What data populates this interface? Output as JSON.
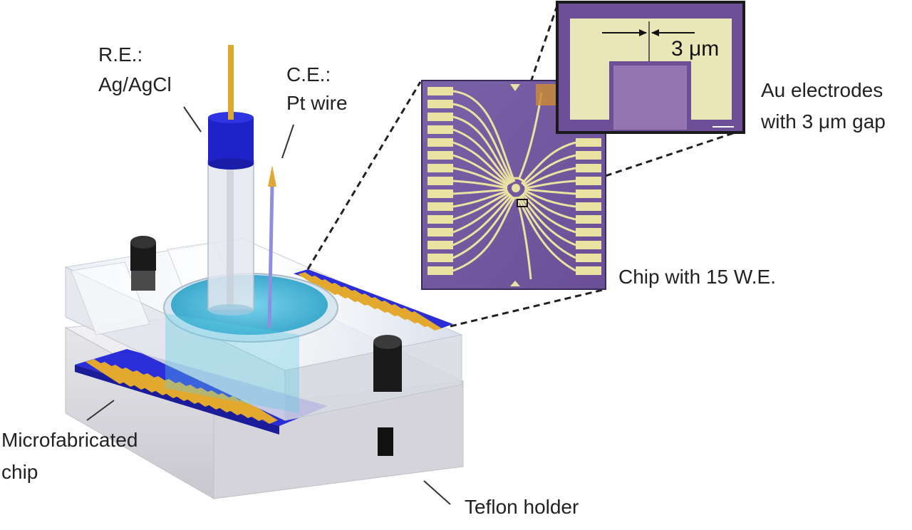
{
  "labels": {
    "re_line1": "R.E.:",
    "re_line2": "Ag/AgCl",
    "ce_line1": "C.E.:",
    "ce_line2": "Pt wire",
    "chip_line1": "Microfabricated",
    "chip_line2": "chip",
    "holder": "Teflon holder",
    "we": "Chip with 15 W.E.",
    "au_line1": "Au electrodes",
    "au_line2": "with 3 μm gap",
    "scale": "3 μm"
  },
  "colors": {
    "reference_electrode_cap": "#1e22c8",
    "gold_contacts": "#e0a830",
    "chip_substrate": "#5a3f86",
    "solution": "#39b7d9",
    "bolts": "#111111",
    "teflon_block": "#e8e8ec"
  }
}
